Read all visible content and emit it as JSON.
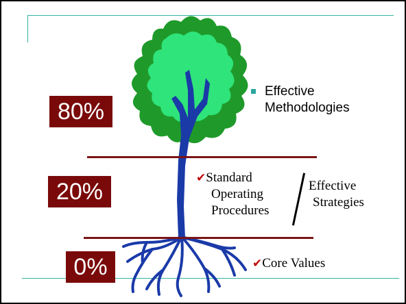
{
  "percent_labels": {
    "top": "80%",
    "middle": "20%",
    "bottom": "0%"
  },
  "canopy_text": {
    "line1": "Effective",
    "line2": "Methodologies"
  },
  "middle_left_text": {
    "check": "✔",
    "line1": "Standard",
    "line2": "Operating",
    "line3": "Procedures"
  },
  "middle_right_text": {
    "line1": "Effective",
    "line2": "Strategies"
  },
  "bottom_text": {
    "check": "✔",
    "label": "Core Values"
  },
  "icons": {
    "tree": "tree-illustration",
    "bullet": "square-bullet-icon",
    "check": "checkmark-icon"
  },
  "colors": {
    "percent_box": "#7a0a0a",
    "level_line": "#7a1416",
    "canopy_dark": "#1f9a2a",
    "canopy_light": "#2fe47a",
    "trunk": "#1a3aa8",
    "accent_line": "#33b2a4",
    "check": "#c00000"
  }
}
